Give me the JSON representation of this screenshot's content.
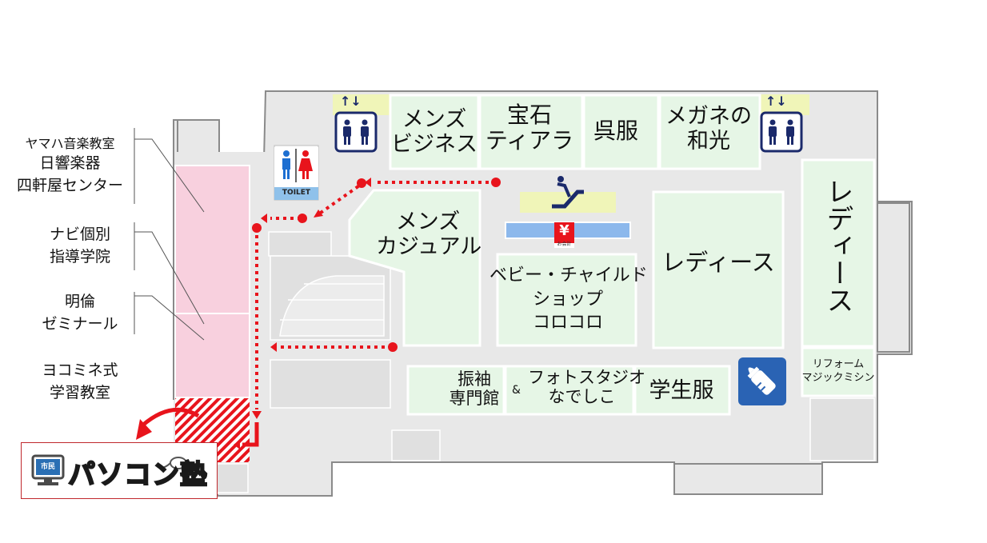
{
  "colors": {
    "floor": "#e8e8e8",
    "wall": "#8a8a8a",
    "shop": "#e6f6e6",
    "shop_border": "#ffffff",
    "pink": "#f8d0de",
    "route": "#e8141c",
    "toilet_bg": "#8fc1ea",
    "elevator": "#1b2a6b",
    "yellow": "#f0f5b8",
    "blue_bar": "#8cb8ec",
    "baby_icon": "#2a63b4"
  },
  "sidebar": {
    "group1": [
      "ヤマハ音楽教室",
      "日響楽器",
      "四軒屋センター"
    ],
    "group2": [
      "ナビ個別",
      "指導学院"
    ],
    "group3": [
      "明倫",
      "ゼミナール"
    ],
    "group4": [
      "ヨコミネ式",
      "学習教室"
    ]
  },
  "shops": {
    "mens_business": [
      "メンズ",
      "ビジネス"
    ],
    "jewelry": [
      "宝石",
      "ティアラ"
    ],
    "gofuku": "呉服",
    "megane": [
      "メガネの",
      "和光"
    ],
    "ladies_right": "レディース",
    "mens_casual": [
      "メンズ",
      "カジュアル"
    ],
    "baby_child": [
      "ベビー・チャイルド",
      "ショップ",
      "コロコロ"
    ],
    "ladies_center": "レディース",
    "furisode": [
      "振袖",
      "専門館"
    ],
    "amp": "&",
    "photo_studio": [
      "フォトスタジオ",
      "なでしこ"
    ],
    "student_uniform": "学生服",
    "reform": [
      "リフォーム",
      "マジックミシン"
    ]
  },
  "facilities": {
    "toilet": "TOILET",
    "cashier": "お会計",
    "yen": "¥",
    "elevator_arrows": "↑↓"
  },
  "logo": {
    "badge": "市民",
    "text": "パソコン塾"
  },
  "icons": [
    "elevator-icon",
    "toilet-icon",
    "escalator-icon",
    "yen-cashier-icon",
    "baby-bottle-icon",
    "computer-icon",
    "mouse-icon"
  ]
}
